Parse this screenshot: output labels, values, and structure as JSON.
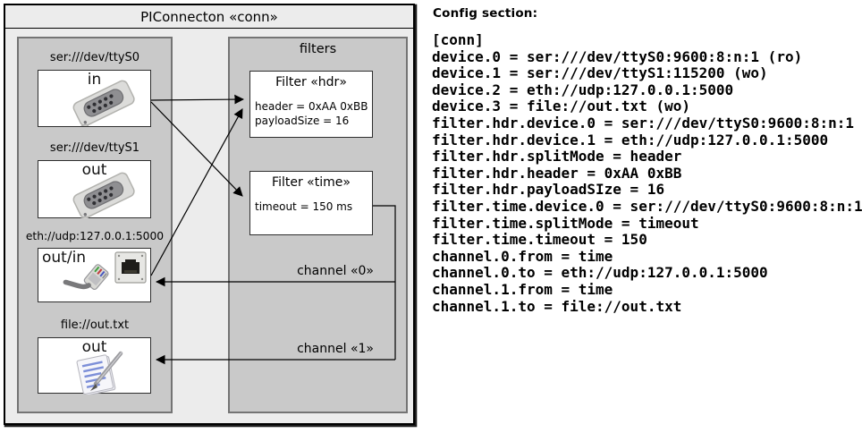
{
  "diagram": {
    "title": "PIConnecton «conn»",
    "devices": [
      {
        "url": "ser:///dev/ttyS0",
        "label": "in",
        "icon": "serial-connector"
      },
      {
        "url": "ser:///dev/ttyS1",
        "label": "out",
        "icon": "serial-connector"
      },
      {
        "url": "eth://udp:127.0.0.1:5000",
        "label": "out/in",
        "icon": "ethernet-jack-and-plug"
      },
      {
        "url": "file://out.txt",
        "label": "out",
        "icon": "notepad-pen"
      }
    ],
    "filters": {
      "title": "filters",
      "items": [
        {
          "title": "Filter «hdr»",
          "attributes": [
            "header = 0xAA 0xBB",
            "payloadSize = 16"
          ]
        },
        {
          "title": "Filter «time»",
          "attributes": [
            "timeout = 150 ms"
          ]
        }
      ]
    },
    "channels": [
      {
        "label": "channel «0»"
      },
      {
        "label": "channel «1»"
      }
    ]
  },
  "config": {
    "heading": "Config section:",
    "lines": [
      "[conn]",
      "device.0 = ser:///dev/ttyS0:9600:8:n:1 (ro)",
      "device.1 = ser:///dev/ttyS1:115200 (wo)",
      "device.2 = eth://udp:127.0.0.1:5000",
      "device.3 = file://out.txt (wo)",
      "filter.hdr.device.0 = ser:///dev/ttyS0:9600:8:n:1",
      "filter.hdr.device.1 = eth://udp:127.0.0.1:5000",
      "filter.hdr.splitMode = header",
      "filter.hdr.header = 0xAA 0xBB",
      "filter.hdr.payloadSIze = 16",
      "filter.time.device.0 = ser:///dev/ttyS0:9600:8:n:1",
      "filter.time.splitMode = timeout",
      "filter.time.timeout = 150",
      "channel.0.from = time",
      "channel.0.to = eth://udp:127.0.0.1:5000",
      "channel.1.from = time",
      "channel.1.to = file://out.txt"
    ]
  },
  "colors": {
    "panel_fill": "#ececec",
    "group_fill": "#c9c9c9",
    "box_fill": "#ffffff",
    "line": "#000000"
  }
}
